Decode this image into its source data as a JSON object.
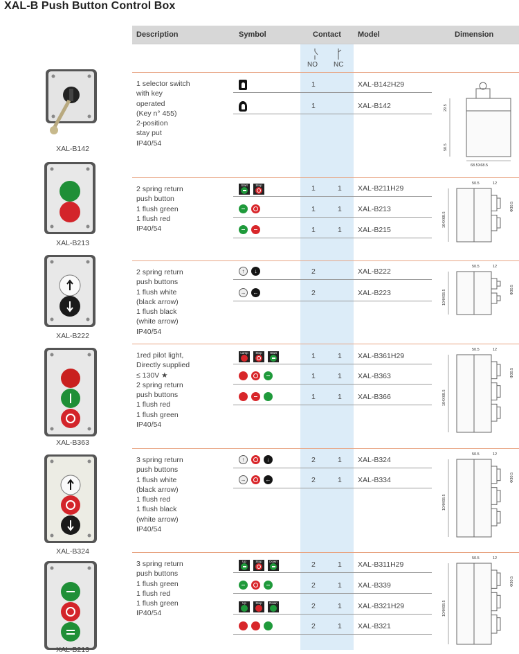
{
  "title": "XAL-B Push Button Control Box",
  "header": {
    "description": "Description",
    "symbol": "Symbol",
    "contact": "Contact",
    "model": "Model",
    "dimension": "Dimension",
    "no": "NO",
    "nc": "NC"
  },
  "products": [
    {
      "caption": "XAL-B142",
      "description": "1 selector switch\nwith key\noperated\n(Key n°   455)\n2-position\nstay put\nIP40/54",
      "rows": [
        {
          "no": "1",
          "nc": "",
          "model": "XAL-B142H29"
        },
        {
          "no": "1",
          "nc": "",
          "model": "XAL-B142"
        }
      ],
      "dim": {
        "top": "29.5",
        "side": "50.5",
        "bottom": "68.5X68.5"
      }
    },
    {
      "caption": "XAL-B213",
      "description": "2 spring return\npush button\n1 flush green\n1 flush red\nIP40/54",
      "rows": [
        {
          "no": "1",
          "nc": "1",
          "model": "XAL-B211H29"
        },
        {
          "no": "1",
          "nc": "1",
          "model": "XAL-B213"
        },
        {
          "no": "1",
          "nc": "1",
          "model": "XAL-B215"
        }
      ],
      "dim": {
        "w": "50.5",
        "d": "12",
        "side": "104X68.5",
        "hole": "Φ30.5"
      }
    },
    {
      "caption": "XAL-B222",
      "description": "2 spring return\npush buttons\n1 flush white\n(black arrow)\n1 flush black\n(white arrow)\nIP40/54",
      "rows": [
        {
          "no": "2",
          "nc": "",
          "model": "XAL-B222"
        },
        {
          "no": "2",
          "nc": "",
          "model": "XAL-B223"
        }
      ],
      "dim": {
        "w": "50.5",
        "d": "12",
        "side": "104X68.5",
        "hole": "Φ30.5"
      }
    },
    {
      "caption": "XAL-B363",
      "description": "1red pilot light,\nDirectly supplied\n≤ 130V ★\n2 spring return\npush buttons\n1 flush red\n1 flush green\nIP40/54",
      "rows": [
        {
          "no": "1",
          "nc": "1",
          "model": "XAL-B361H29"
        },
        {
          "no": "1",
          "nc": "1",
          "model": "XAL-B363"
        },
        {
          "no": "1",
          "nc": "1",
          "model": "XAL-B366"
        }
      ],
      "dim": {
        "w": "50.5",
        "d": "12",
        "side": "104X68.5",
        "hole": "Φ30.5"
      }
    },
    {
      "caption": "XAL-B324",
      "description": "3 spring return\npush buttons\n1 flush white\n(black arrow)\n1 flush red\n1 flush black\n(white arrow)\nIP40/54",
      "rows": [
        {
          "no": "2",
          "nc": "1",
          "model": "XAL-B324"
        },
        {
          "no": "2",
          "nc": "1",
          "model": "XAL-B334"
        }
      ],
      "dim": {
        "w": "50.5",
        "d": "12",
        "side": "104X68.5",
        "hole": "Φ30.5"
      }
    },
    {
      "caption": "XAL-B213",
      "description": "3 spring return\npush buttons\n1 flush green\n1 flush red\n1 flush green\nIP40/54",
      "rows": [
        {
          "no": "2",
          "nc": "1",
          "model": "XAL-B311H29"
        },
        {
          "no": "2",
          "nc": "1",
          "model": "XAL-B339"
        },
        {
          "no": "2",
          "nc": "1",
          "model": "XAL-B321H29"
        },
        {
          "no": "2",
          "nc": "1",
          "model": "XAL-B321"
        }
      ],
      "dim": {
        "w": "50.5",
        "d": "12",
        "side": "104X68.5",
        "hole": "Φ30.5"
      }
    }
  ],
  "labels": {
    "start": "Start",
    "stop": "Stop",
    "lamp": "Lamp",
    "up": "Up",
    "down": "Down"
  }
}
